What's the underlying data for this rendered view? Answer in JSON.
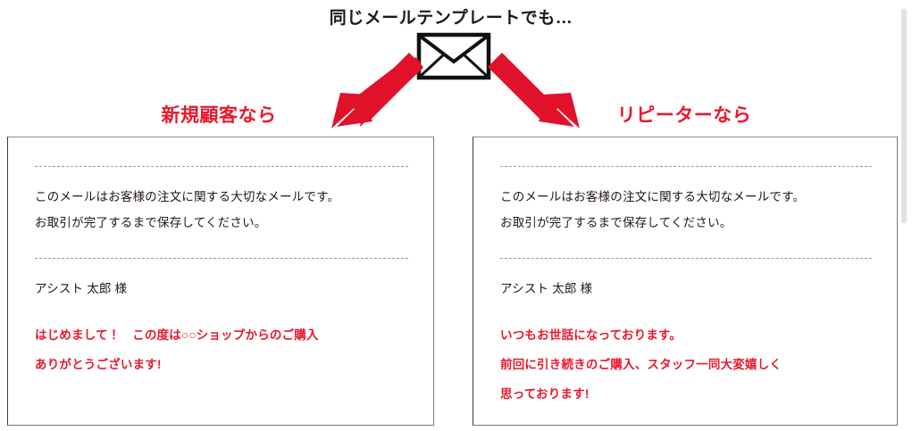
{
  "header": {
    "headline": "同じメールテンプレートでも…",
    "envelope_icon": "envelope-icon",
    "arrow_left_icon": "arrow-down-left-icon",
    "arrow_right_icon": "arrow-down-right-icon"
  },
  "colors": {
    "accent_red": "#e8192c",
    "text": "#231815",
    "card_border": "#77777a",
    "divider": "#9b9b9b",
    "scrollbar": "#e2e2e2"
  },
  "columns": [
    {
      "heading": "新規顧客なら",
      "card": {
        "notice": [
          "このメールはお客様の注文に関する大切なメールです。",
          "お取引が完了するまで保存してください。"
        ],
        "salutation": "アシスト 太郎 様",
        "message": [
          "はじめまして！　この度は○○ショップからのご購入",
          "ありがとうございます!"
        ]
      }
    },
    {
      "heading": "リピーターなら",
      "card": {
        "notice": [
          "このメールはお客様の注文に関する大切なメールです。",
          "お取引が完了するまで保存してください。"
        ],
        "salutation": "アシスト 太郎 様",
        "message": [
          "いつもお世話になっております。",
          "前回に引き続きのご購入、スタッフ一同大変嬉しく",
          "思っております!"
        ]
      }
    }
  ]
}
